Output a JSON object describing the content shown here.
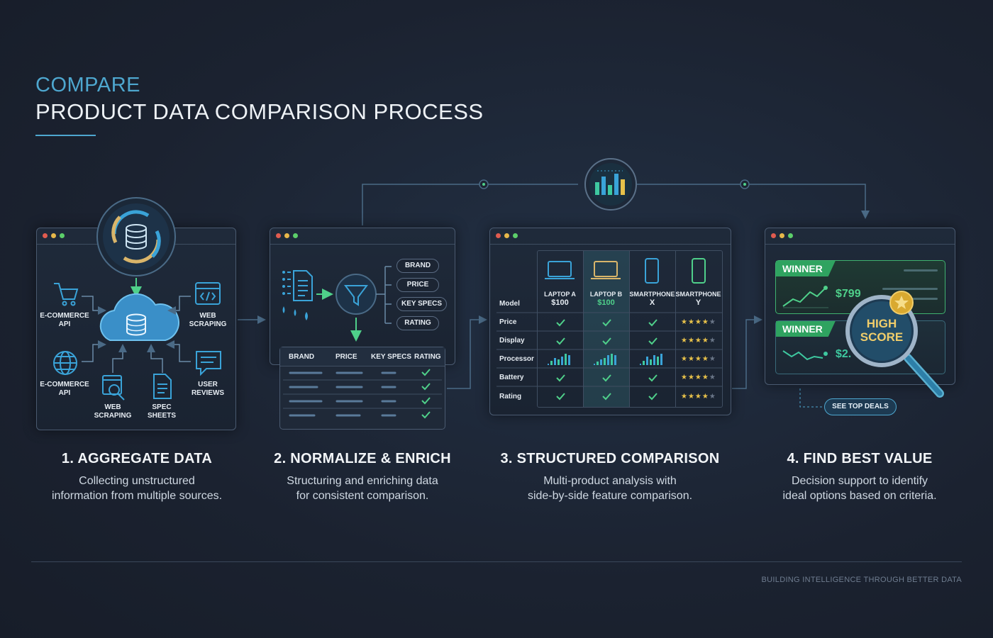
{
  "header": {
    "kicker": "COMPARE",
    "title": "PRODUCT DATA COMPARISON PROCESS"
  },
  "panel1": {
    "sources": [
      "E-COMMERCE\nAPI",
      "WEB\nSCRAPING",
      "E-COMMERCE\nAPI",
      "WEB\nSCRAPING",
      "SPEC\nSHEETS",
      "USER\nREVIEWS"
    ]
  },
  "panel2": {
    "pills": [
      "BRAND",
      "PRICE",
      "KEY SPECS",
      "RATING"
    ],
    "table_headers": [
      "BRAND",
      "PRICE",
      "KEY SPECS",
      "RATING"
    ]
  },
  "panel3": {
    "columns": [
      {
        "name": "LAPTOP A",
        "price": "$100"
      },
      {
        "name": "LAPTOP B",
        "price": "$100"
      },
      {
        "name": "SMARTPHONE",
        "price": "X"
      },
      {
        "name": "SMARTPHONE",
        "price": "Y"
      }
    ],
    "row_labels": [
      "Model",
      "Price",
      "Display",
      "Processor",
      "Battery",
      "Rating"
    ],
    "rating_stars": 4
  },
  "panel4": {
    "winner_label": "WINNER",
    "price1": "$799",
    "price2": "$2.",
    "badge": "HIGH\nSCORE",
    "button": "SEE TOP DEALS"
  },
  "steps": [
    {
      "title": "1. AGGREGATE DATA",
      "desc": "Collecting unstructured\ninformation from multiple sources."
    },
    {
      "title": "2. NORMALIZE & ENRICH",
      "desc": "Structuring and enriching data\nfor consistent comparison."
    },
    {
      "title": "3. STRUCTURED COMPARISON",
      "desc": "Multi-product analysis with\nside-by-side feature comparison."
    },
    {
      "title": "4. FIND BEST VALUE",
      "desc": "Decision support to identify\nideal options based on criteria."
    }
  ],
  "footer": "BUILDING INTELLIGENCE THROUGH BETTER DATA",
  "colors": {
    "accent": "#4ea7cf",
    "success": "#4fd08a",
    "winner": "#2fa360",
    "star": "#e7c14a",
    "background": "#1b2230"
  }
}
